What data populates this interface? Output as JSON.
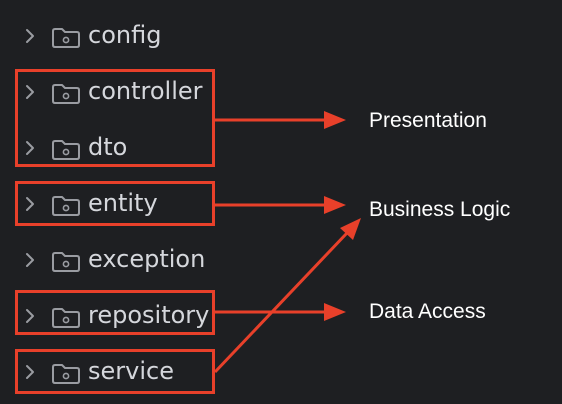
{
  "tree": {
    "items": [
      {
        "label": "config",
        "icon": "folder-icon"
      },
      {
        "label": "controller",
        "icon": "folder-icon"
      },
      {
        "label": "dto",
        "icon": "folder-icon"
      },
      {
        "label": "entity",
        "icon": "folder-icon"
      },
      {
        "label": "exception",
        "icon": "folder-icon"
      },
      {
        "label": "repository",
        "icon": "folder-icon"
      },
      {
        "label": "service",
        "icon": "folder-icon"
      }
    ]
  },
  "layers": {
    "presentation": "Presentation",
    "business_logic": "Business Logic",
    "data_access": "Data Access"
  },
  "colors": {
    "background": "#1e1f22",
    "folder_text": "#d5d7dc",
    "icon": "#9a9ca2",
    "accent": "#e8402a",
    "label_text": "#ffffff"
  }
}
